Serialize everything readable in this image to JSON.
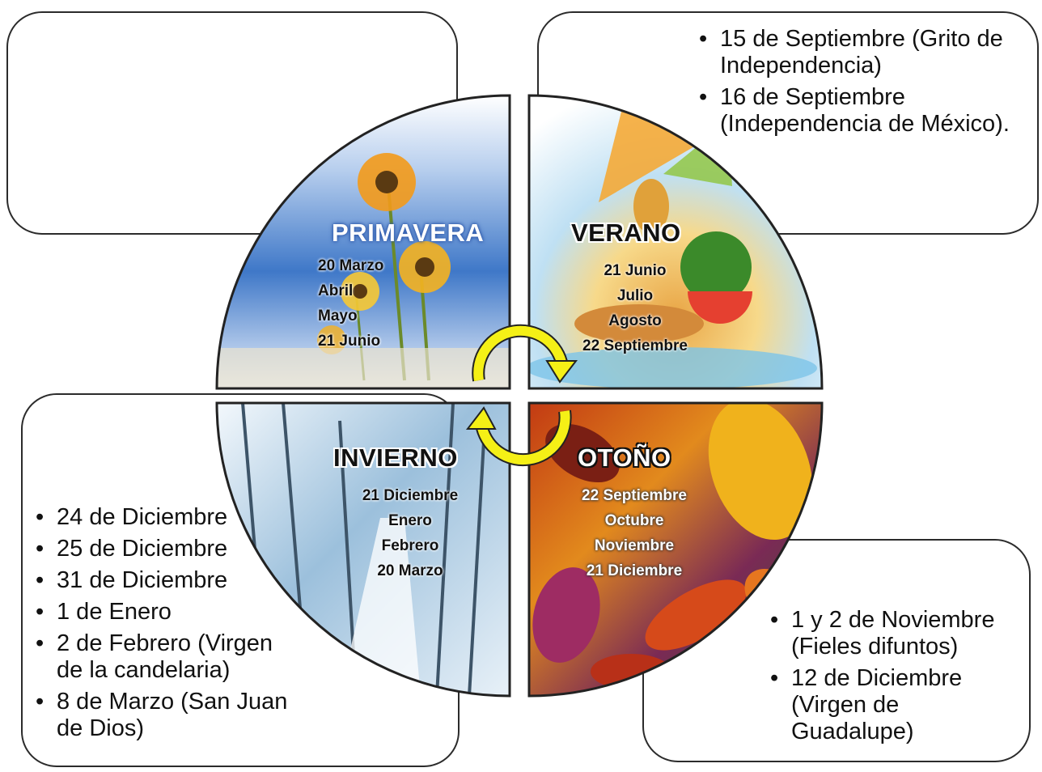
{
  "seasons": {
    "primavera": {
      "title": "PRIMAVERA",
      "months": [
        "20 Marzo",
        "Abril",
        "Mayo",
        "21 Junio"
      ],
      "notes": []
    },
    "verano": {
      "title": "VERANO",
      "months": [
        "21 Junio",
        "Julio",
        "Agosto",
        "22 Septiembre"
      ],
      "notes": [
        "15 de Septiembre (Grito de Independencia)",
        "16 de Septiembre (Independencia de México)."
      ]
    },
    "invierno": {
      "title": "INVIERNO",
      "months": [
        "21 Diciembre",
        "Enero",
        "Febrero",
        "20 Marzo"
      ],
      "notes": [
        "24 de Diciembre",
        "25 de Diciembre",
        "31 de Diciembre",
        "1 de Enero",
        "2 de Febrero (Virgen de la candelaria)",
        "8 de Marzo (San Juan de Dios)"
      ]
    },
    "otono": {
      "title": "OTOÑO",
      "months": [
        "22 Septiembre",
        "Octubre",
        "Noviembre",
        "21 Diciembre"
      ],
      "notes": [
        "1 y 2 de Noviembre (Fieles difuntos)",
        "12 de Diciembre (Virgen de Guadalupe)"
      ]
    }
  },
  "colors": {
    "arrow_fill": "#f5f016",
    "box_border": "#2b2b2b"
  }
}
